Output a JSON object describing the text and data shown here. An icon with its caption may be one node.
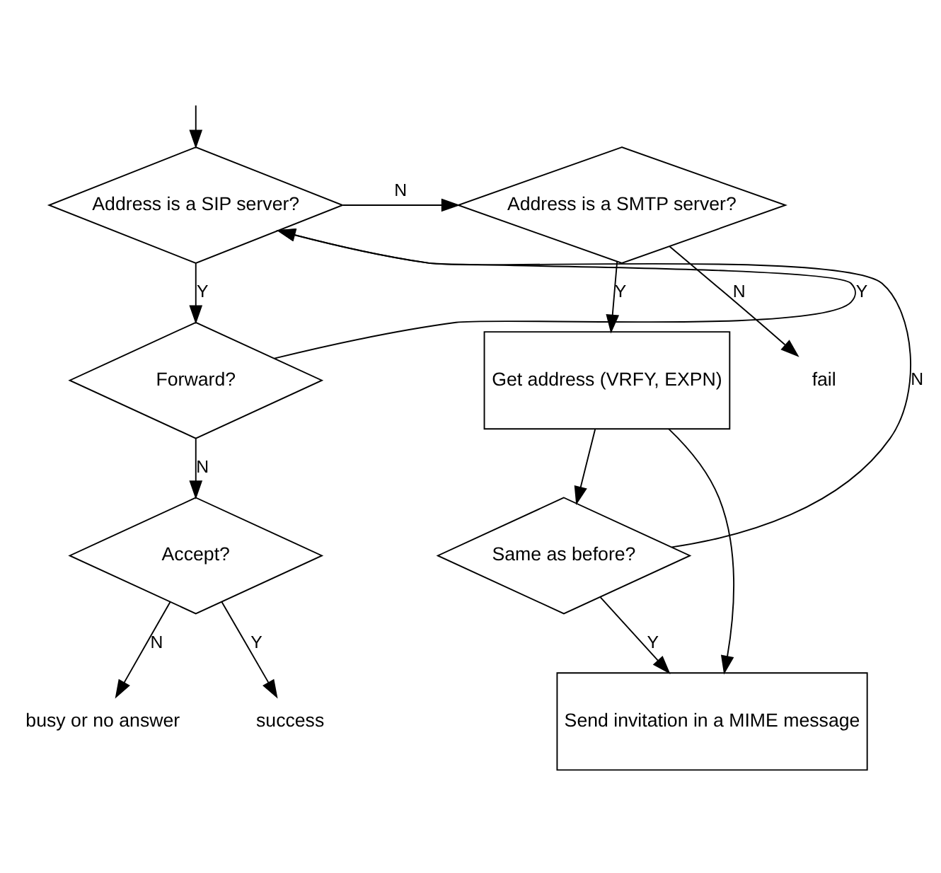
{
  "diagram": {
    "nodes": [
      {
        "text": [
          "Address is a SIP server?"
        ]
      },
      {
        "text": [
          "Address is a SMTP server?"
        ]
      },
      {
        "text": [
          "fail"
        ]
      },
      {
        "text": [
          "Forward?"
        ]
      },
      {
        "text": [
          "Get address (VRFY, EXPN)"
        ]
      },
      {
        "text": [
          "Accept?"
        ]
      },
      {
        "text": [
          "Same as before?"
        ]
      },
      {
        "text": [
          "busy or no answer"
        ]
      },
      {
        "text": [
          "success"
        ]
      },
      {
        "text": [
          "Send invitation in a MIME message"
        ]
      }
    ],
    "edges": [
      {
        "from": null,
        "to": 0,
        "arrow": "to"
      },
      {
        "from": 0,
        "to": 1,
        "arrow": "to",
        "label": "N"
      },
      {
        "from": 1,
        "to": 2,
        "arrow": "to",
        "label": "N"
      },
      {
        "from": 0,
        "to": 3,
        "arrow": "to",
        "label": "Y"
      },
      {
        "from": 1,
        "to": 4,
        "arrow": "to",
        "label": "Y"
      },
      {
        "from": 3,
        "to": 0,
        "arrow": "to",
        "label": "Y"
      },
      {
        "from": 3,
        "to": 5,
        "arrow": "to",
        "label": "N"
      },
      {
        "from": 4,
        "to": 6,
        "arrow": "to"
      },
      {
        "from": 5,
        "to": 8,
        "arrow": "to",
        "label": "Y"
      },
      {
        "from": 5,
        "to": 7,
        "arrow": "to",
        "label": "N"
      },
      {
        "from": 6,
        "to": 9,
        "arrow": "to",
        "label": "Y"
      },
      {
        "from": 6,
        "to": 0,
        "arrow": "to",
        "label": "N"
      },
      {
        "from": 4,
        "to": 9,
        "arrow": "to"
      }
    ]
  }
}
